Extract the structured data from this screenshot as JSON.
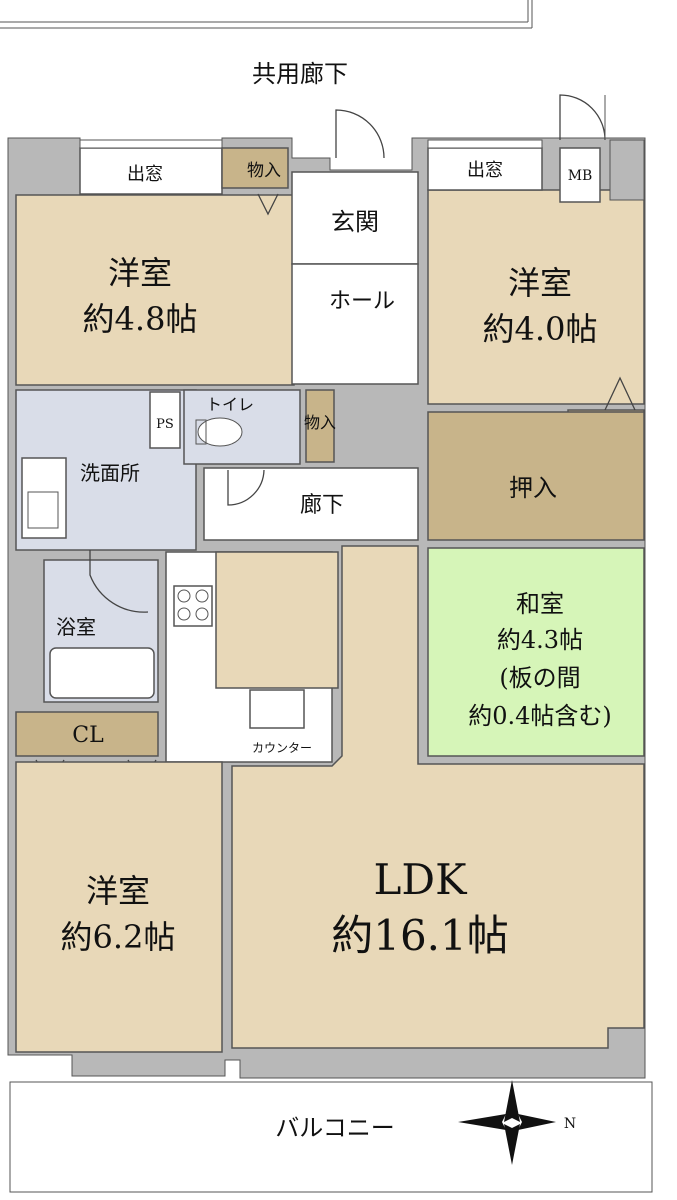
{
  "floor_plan": {
    "corridor_label": "共用廊下",
    "balcony_label": "バルコニー",
    "compass_label": "N",
    "colors": {
      "western_room": "#e8d8b8",
      "storage": "#c8b48a",
      "wet_area": "#d9dde8",
      "japanese_room": "#d6f5b8",
      "hall": "#ffffff",
      "wall": "#b8b8b8"
    },
    "rooms": {
      "western1": {
        "name": "洋室",
        "size": "約4.8帖"
      },
      "western2": {
        "name": "洋室",
        "size": "約4.0帖"
      },
      "western3": {
        "name": "洋室",
        "size": "約6.2帖"
      },
      "ldk": {
        "name": "LDK",
        "size": "約16.1帖"
      },
      "japanese": {
        "name": "和室",
        "size": "約4.3帖",
        "note1": "(板の間",
        "note2": "約0.4帖含む)"
      }
    },
    "labels": {
      "bay_window_left": "出窓",
      "bay_window_right": "出窓",
      "storage_top": "物入",
      "entrance": "玄関",
      "hall": "ホール",
      "mb": "MB",
      "ps": "PS",
      "toilet": "トイレ",
      "storage_mid": "物入",
      "washroom": "洗面所",
      "corridor": "廊下",
      "closet_right": "CL",
      "oshiire": "押入",
      "bath": "浴室",
      "closet_left": "CL",
      "counter": "カウンター"
    }
  }
}
